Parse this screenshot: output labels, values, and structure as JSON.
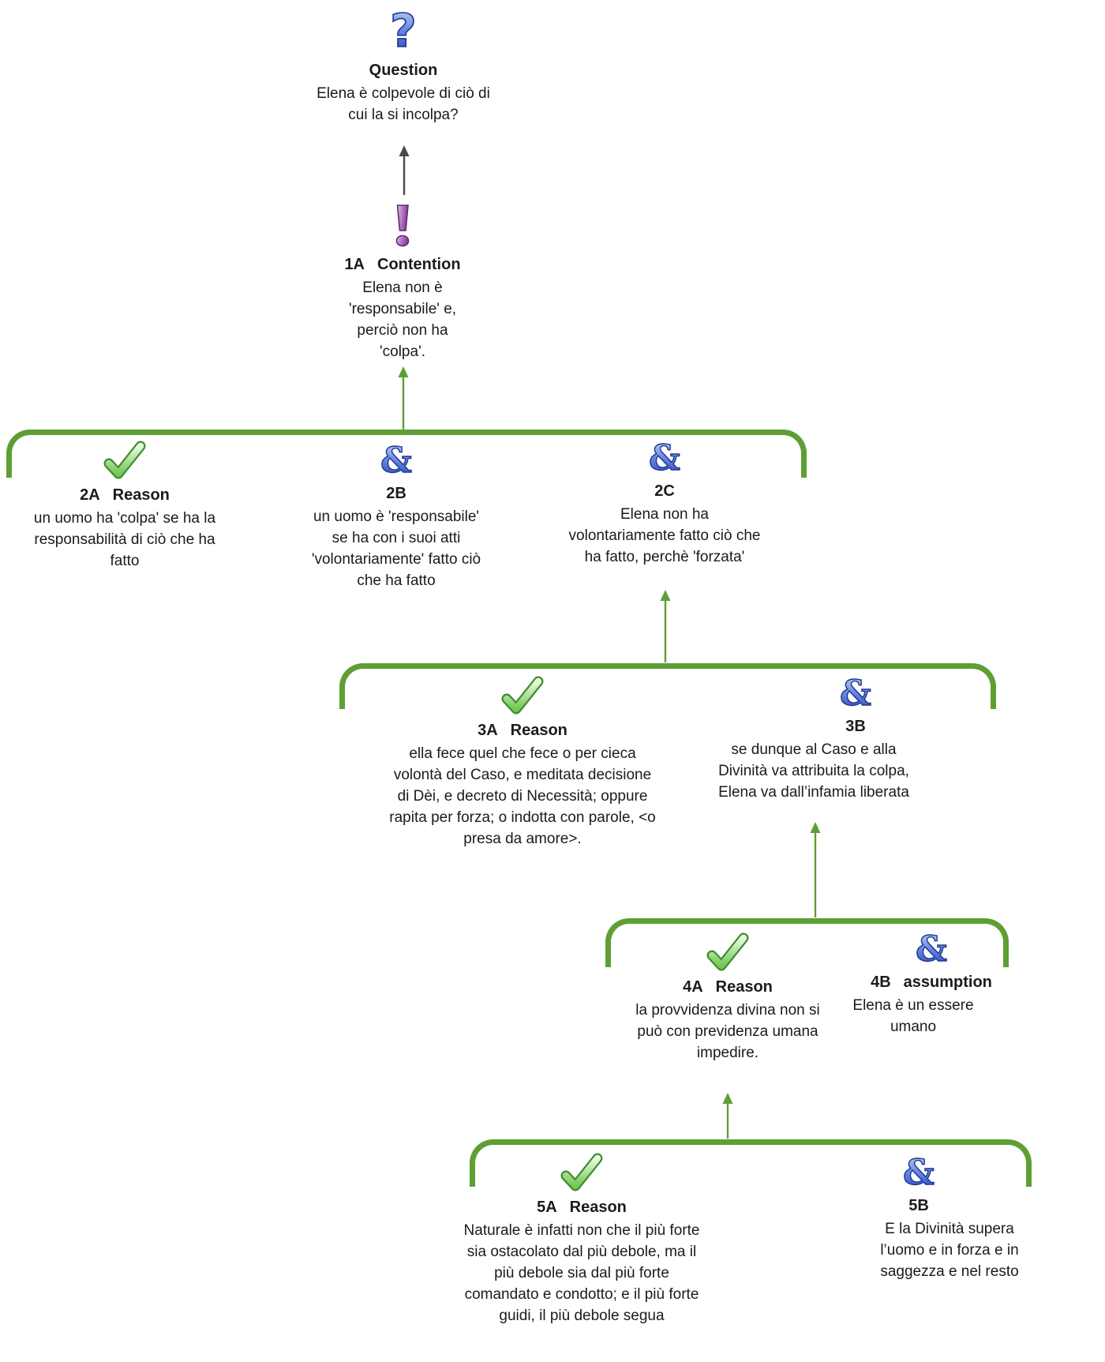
{
  "palette": {
    "link_green": "#5f9e35",
    "icon_blue_dark": "#2441b5",
    "icon_blue_light": "#cdd8f7",
    "icon_purple_dark": "#833d96",
    "icon_purple_light": "#e3c6ea",
    "icon_green_dark": "#74c653",
    "icon_green_light": "#eafbe0",
    "arrow_gray": "#4a4a4a",
    "text_color": "#1b1b1b"
  },
  "icons": {
    "question": "question-icon",
    "contention": "exclamation-icon",
    "reason": "check-icon",
    "co_premise": "ampersand-icon"
  },
  "nodes": {
    "question": {
      "label": "Question",
      "text": "Elena è colpevole di ciò di\ncui la si incolpa?"
    },
    "c1a": {
      "id": "1A",
      "tag": "Contention",
      "text": "Elena non è\n'responsabile' e,\nperciò non ha\n'colpa'."
    },
    "r2a": {
      "id": "2A",
      "tag": "Reason",
      "text": "un uomo ha 'colpa' se ha la\nresponsabilità di ciò che ha\nfatto"
    },
    "r2b": {
      "id": "2B",
      "tag": "",
      "text": "un uomo è 'responsabile'\nse ha con i suoi atti\n'volontariamente' fatto ciò\nche ha fatto"
    },
    "r2c": {
      "id": "2C",
      "tag": "",
      "text": "Elena non ha\nvolontariamente fatto ciò che\nha fatto, perchè 'forzata'"
    },
    "r3a": {
      "id": "3A",
      "tag": "Reason",
      "text": "ella fece quel che fece o per cieca\nvolontà del Caso, e meditata decisione\ndi Dèi, e decreto di Necessità; oppure\nrapita per forza; o indotta con parole, <o\npresa da amore>."
    },
    "r3b": {
      "id": "3B",
      "tag": "",
      "text": "se dunque al Caso e alla\nDivinità va attribuita la colpa,\nElena va dall’infamia liberata"
    },
    "r4a": {
      "id": "4A",
      "tag": "Reason",
      "text": "la provvidenza divina non si\npuò con previdenza umana\nimpedire."
    },
    "r4b": {
      "id": "4B",
      "tag": "assumption",
      "text": "Elena è un essere\numano"
    },
    "r5a": {
      "id": "5A",
      "tag": "Reason",
      "text": "Naturale è infatti non che il più forte\nsia ostacolato dal più debole, ma il\npiù debole sia dal più forte\ncomandato e condotto; e il più forte\nguidi, il più debole segua"
    },
    "r5b": {
      "id": "5B",
      "tag": "",
      "text": "E la Divinità supera\nl’uomo e in forza e in\nsaggezza e nel resto"
    }
  }
}
